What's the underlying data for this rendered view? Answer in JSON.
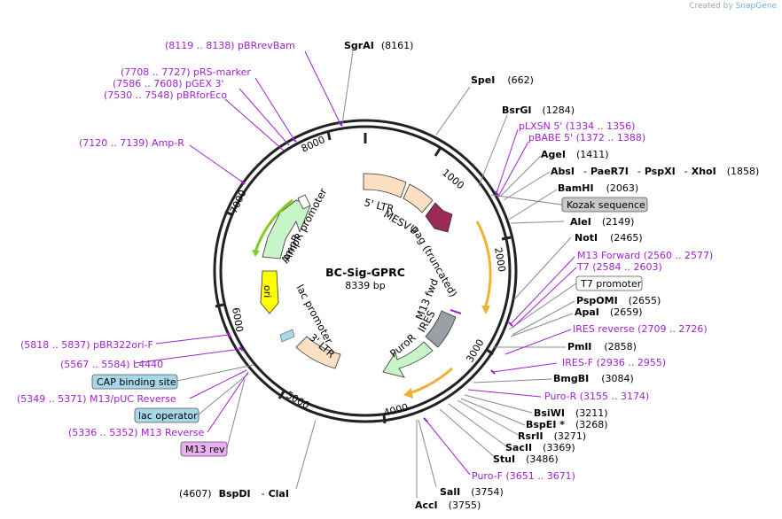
{
  "credit": {
    "prefix": "Created by",
    "brand": "SnapGene"
  },
  "plasmid": {
    "name": "BC-Sig-GPRC",
    "size": "8339 bp"
  },
  "ticks": [
    "1000",
    "2000",
    "3000",
    "4000",
    "5000",
    "6000",
    "7000",
    "8000"
  ],
  "enzymes": {
    "sgrai": {
      "name": "SgrAI",
      "pos": "(8161)"
    },
    "spei": {
      "name": "SpeI",
      "pos": "(662)"
    },
    "bsrgi": {
      "name": "BsrGI",
      "pos": "(1284)"
    },
    "agei": {
      "name": "AgeI",
      "pos": "(1411)"
    },
    "absi": {
      "name": "AbsI",
      "sep1": "-",
      "name2": "PaeR7I",
      "sep2": "-",
      "name3": "PspXI",
      "sep3": "-",
      "name4": "XhoI",
      "pos": "(1858)"
    },
    "bamhi": {
      "name": "BamHI",
      "pos": "(2063)"
    },
    "alei": {
      "name": "AleI",
      "pos": "(2149)"
    },
    "noti": {
      "name": "NotI",
      "pos": "(2465)"
    },
    "pspomi": {
      "name": "PspOMI",
      "pos": "(2655)"
    },
    "apai": {
      "name": "ApaI",
      "pos": "(2659)"
    },
    "pmli": {
      "name": "PmlI",
      "pos": "(2858)"
    },
    "bmgbi": {
      "name": "BmgBI",
      "pos": "(3084)"
    },
    "bsiwi": {
      "name": "BsiWI",
      "pos": "(3211)"
    },
    "bspei": {
      "name": "BspEI *",
      "pos": "(3268)"
    },
    "rsrii": {
      "name": "RsrII",
      "pos": "(3271)"
    },
    "sacii": {
      "name": "SacII",
      "pos": "(3369)"
    },
    "stui": {
      "name": "StuI",
      "pos": "(3486)"
    },
    "sali": {
      "name": "SalI",
      "pos": "(3754)"
    },
    "acci": {
      "name": "AccI",
      "pos": "(3755)"
    },
    "bspdi": {
      "pos": "(4607)",
      "name": "BspDI",
      "sep": "-",
      "name2": "ClaI"
    }
  },
  "primers": {
    "pbrrevbam": "(8119 .. 8138)  pBRrevBam",
    "prsmarker": "(7708 .. 7727)  pRS-marker",
    "pgex3": "(7586 .. 7608)  pGEX 3'",
    "pbrforeco": "(7530 .. 7548)  pBRforEco",
    "ampr": "(7120 .. 7139)  Amp-R",
    "plxsn5": "pLXSN 5'    (1334 .. 1356)",
    "pbabe5": "pBABE 5'    (1372 .. 1388)",
    "m13forward": "M13 Forward    (2560 .. 2577)",
    "t7": "T7    (2584 .. 2603)",
    "iresreverse": "IRES reverse    (2709 .. 2726)",
    "iresf": "IRES-F    (2936 .. 2955)",
    "puror": "Puro-R    (3155 .. 3174)",
    "purof": "Puro-F    (3651 .. 3671)",
    "pbr322ori": "(5818 .. 5837)  pBR322ori-F",
    "l4440": "(5567 .. 5584)  L4440",
    "m13puc": "(5349 .. 5371)  M13/pUC Reverse",
    "m13reverse": "(5336 .. 5352)  M13 Reverse"
  },
  "boxes": {
    "kozak": "Kozak sequence",
    "t7promoter": "T7 promoter",
    "cap": "CAP binding site",
    "lacop": "lac operator",
    "m13rev": "M13 rev"
  },
  "features": {
    "ltr5": "5' LTR",
    "mesv": "MESV",
    "psi": "ψ",
    "gag": "gag (truncated)",
    "m13fwd": "M13 fwd",
    "ires": "IRES",
    "puror": "PuroR",
    "ltr3": "3' LTR",
    "lacpromoter": "lac promoter",
    "ori": "ori",
    "amprpromoter": "AmpR promoter",
    "ampr": "AmpR"
  },
  "colors": {
    "ltr": "#fde0c4",
    "gag": "#9b2a5a",
    "ires": "#9aa0a6",
    "puror": "#c8f5c8",
    "ampr": "#c8f5c8",
    "ori": "#ffff00",
    "orf_arrow": "#f0b030",
    "green_arrow": "#80cc20",
    "primer": "#a020d0",
    "box_blue": "#a8d8e8",
    "box_gray": "#c8c8c8",
    "box_purple": "#e8b0f0"
  }
}
